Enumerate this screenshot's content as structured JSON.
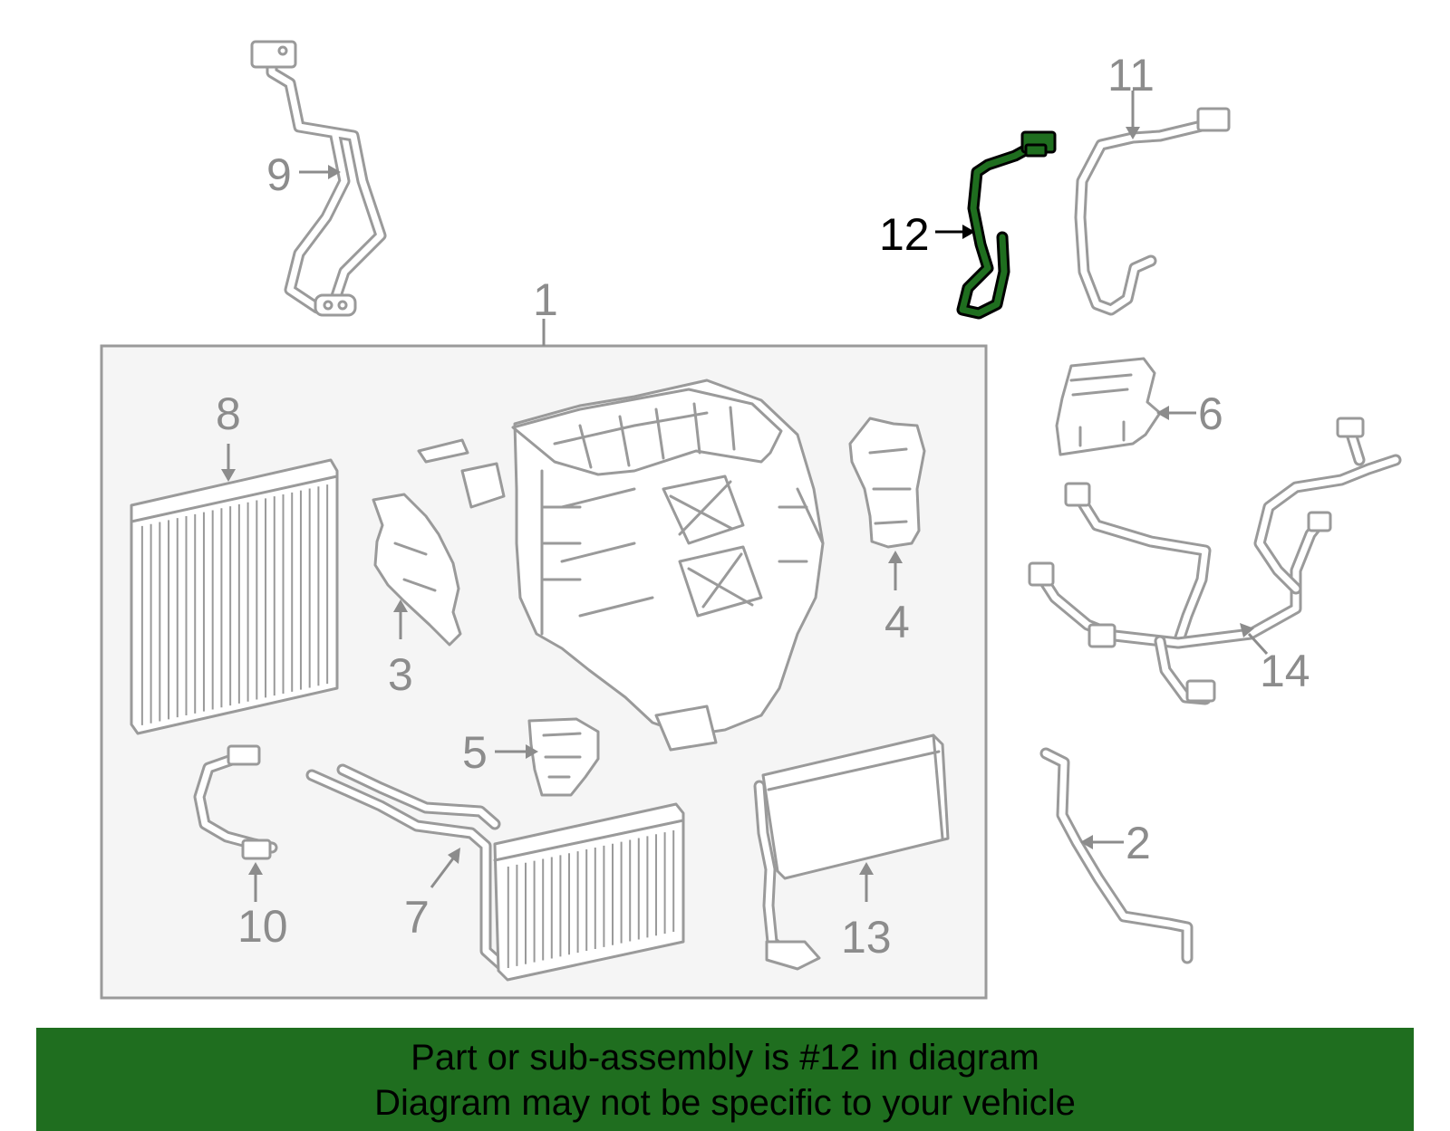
{
  "callouts": [
    {
      "id": "1",
      "label": "1"
    },
    {
      "id": "2",
      "label": "2"
    },
    {
      "id": "3",
      "label": "3"
    },
    {
      "id": "4",
      "label": "4"
    },
    {
      "id": "5",
      "label": "5"
    },
    {
      "id": "6",
      "label": "6"
    },
    {
      "id": "7",
      "label": "7"
    },
    {
      "id": "8",
      "label": "8"
    },
    {
      "id": "9",
      "label": "9"
    },
    {
      "id": "10",
      "label": "10"
    },
    {
      "id": "11",
      "label": "11"
    },
    {
      "id": "12",
      "label": "12"
    },
    {
      "id": "13",
      "label": "13"
    },
    {
      "id": "14",
      "label": "14"
    }
  ],
  "highlight": {
    "part": "12",
    "color": "#1f6e1f",
    "outline": "#000000"
  },
  "colors": {
    "banner": "#1f6e1f",
    "assembly_box": "#f5f5f5",
    "part_stroke": "#9a9a9a",
    "callout_text": "#8c8c8c"
  },
  "banner": {
    "line1": "Part or sub-assembly is #12 in diagram",
    "line2": "Diagram may not be specific to your vehicle"
  }
}
